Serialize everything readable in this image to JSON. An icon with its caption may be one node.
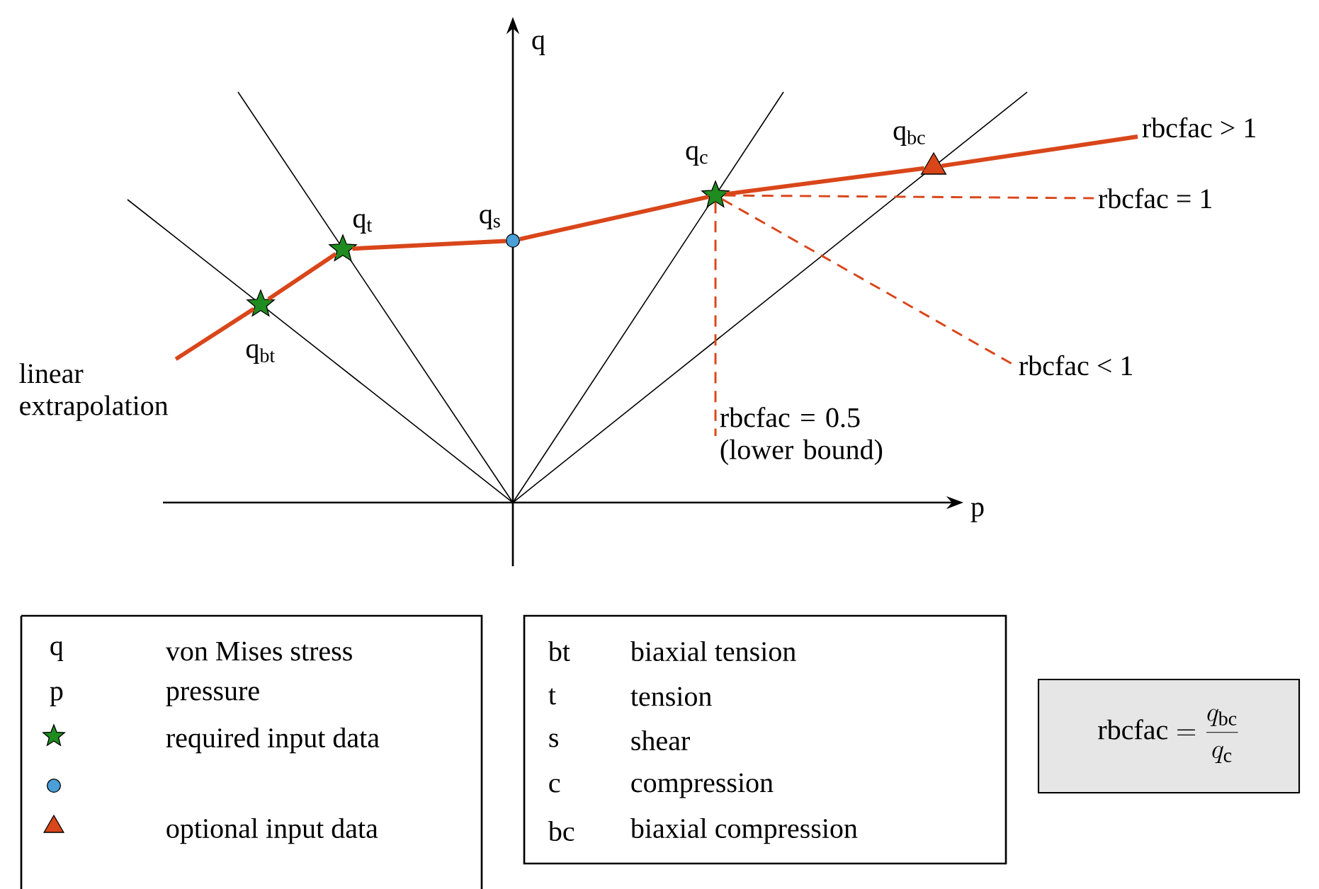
{
  "diagram": {
    "nodes": [
      {
        "text": [
          "linear extrapolation"
        ]
      },
      {
        "text": [],
        "shape": "star",
        "beside": [
          "q$_{bt}$"
        ]
      },
      {
        "text": [],
        "shape": "star",
        "beside": [
          "q$_{t}$"
        ]
      },
      {
        "text": [],
        "shape": "circle",
        "beside": [
          "q$_{s}$"
        ]
      },
      {
        "text": [],
        "shape": "star",
        "beside": [
          "q$_{c}$"
        ]
      },
      {
        "text": [],
        "shape": "triangle",
        "beside": [
          "q$_{bc}$"
        ]
      },
      {
        "text": [
          "rbcfac > 1"
        ]
      },
      {
        "text": [
          "rbcfac = 1"
        ]
      },
      {
        "text": [
          "rbcfac < 1"
        ]
      },
      {
        "text": [
          "rbcfac = 0.5 (lower bound)"
        ]
      },
      {
        "text": [
          "\\mathrm{rbcfac} = \\frac{q_{\\mathrm{bc}}}{q_{\\mathrm{c}}}"
        ]
      }
    ],
    "edges": [
      {
        "from": 0,
        "to": 1,
        "arrow": "none"
      },
      {
        "from": 1,
        "to": 2,
        "arrow": "none"
      },
      {
        "from": 2,
        "to": 3,
        "arrow": "none"
      },
      {
        "from": 3,
        "to": 4,
        "arrow": "none"
      },
      {
        "from": 4,
        "to": 5,
        "arrow": "none"
      },
      {
        "from": 5,
        "to": 6,
        "arrow": "none"
      },
      {
        "from": 4,
        "to": 7,
        "arrow": "none",
        "style": "dashed"
      },
      {
        "from": 4,
        "to": 8,
        "arrow": "none",
        "style": "dashed"
      },
      {
        "from": 4,
        "to": 9,
        "arrow": "none",
        "style": "dashed"
      }
    ],
    "labels": [
      "q",
      "p",
      "q",
      "von Mises stress",
      "p",
      "pressure",
      "bt",
      "biaxial tension",
      "t",
      "tension",
      "s",
      "shear",
      "c",
      "compression",
      "bc",
      "biaxial compression"
    ],
    "legend": [
      {
        "text": "required input data"
      },
      {
        "text": "optional input data"
      }
    ]
  }
}
